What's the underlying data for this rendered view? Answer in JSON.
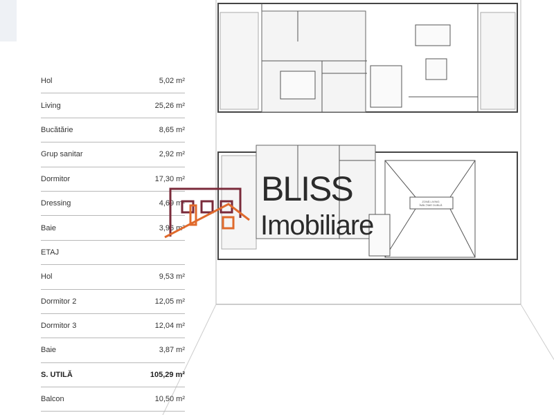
{
  "rooms": [
    {
      "name": "Hol",
      "area": "5,02 m²"
    },
    {
      "name": "Living",
      "area": "25,26 m²"
    },
    {
      "name": "Bucătărie",
      "area": "8,65 m²"
    },
    {
      "name": "Grup sanitar",
      "area": "2,92 m²"
    },
    {
      "name": "Dormitor",
      "area": "17,30 m²"
    },
    {
      "name": "Dressing",
      "area": "4,69 m²"
    },
    {
      "name": "Baie",
      "area": "3,96 m²"
    },
    {
      "name": "ETAJ",
      "area": ""
    },
    {
      "name": "Hol",
      "area": "9,53 m²"
    },
    {
      "name": "Dormitor 2",
      "area": "12,05 m²"
    },
    {
      "name": "Dormitor 3",
      "area": "12,04 m²"
    },
    {
      "name": "Baie",
      "area": "3,87 m²"
    },
    {
      "name": "S. UTILĂ",
      "area": "105,29 m²",
      "bold": true
    },
    {
      "name": "Balcon",
      "area": "10,50 m²"
    }
  ],
  "plan": {
    "zone_label_1": "ZONĂ LIVING",
    "zone_label_2": "ÎNĂLȚIME DUBLĂ"
  },
  "logo": {
    "line1": "BLISS",
    "line2": "Imobiliare",
    "color_primary": "#7a2a3a",
    "color_accent": "#e06a2c"
  }
}
